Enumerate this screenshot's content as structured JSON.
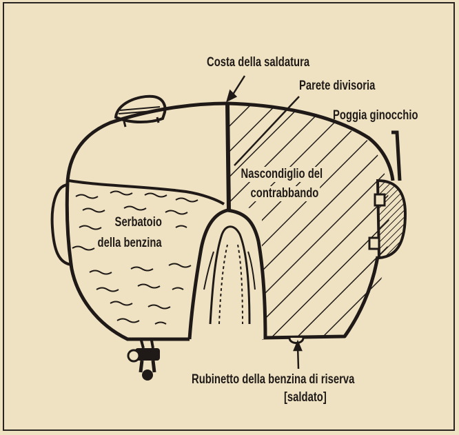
{
  "diagram": {
    "labels": {
      "weld_seam": "Costa della saldatura",
      "divider_wall": "Parete divisoria",
      "knee_pad": "Poggia ginocchio",
      "hiding_place_line1": "Nascondiglio del",
      "hiding_place_line2": "contrabbando",
      "fuel_tank_line1": "Serbatoio",
      "fuel_tank_line2": "della benzina",
      "reserve_tap_line1": "Rubinetto della benzina di riserva",
      "reserve_tap_line2": "[saldato]"
    },
    "colors": {
      "paper": "#efe2c2",
      "ink": "#1f1a17"
    }
  }
}
